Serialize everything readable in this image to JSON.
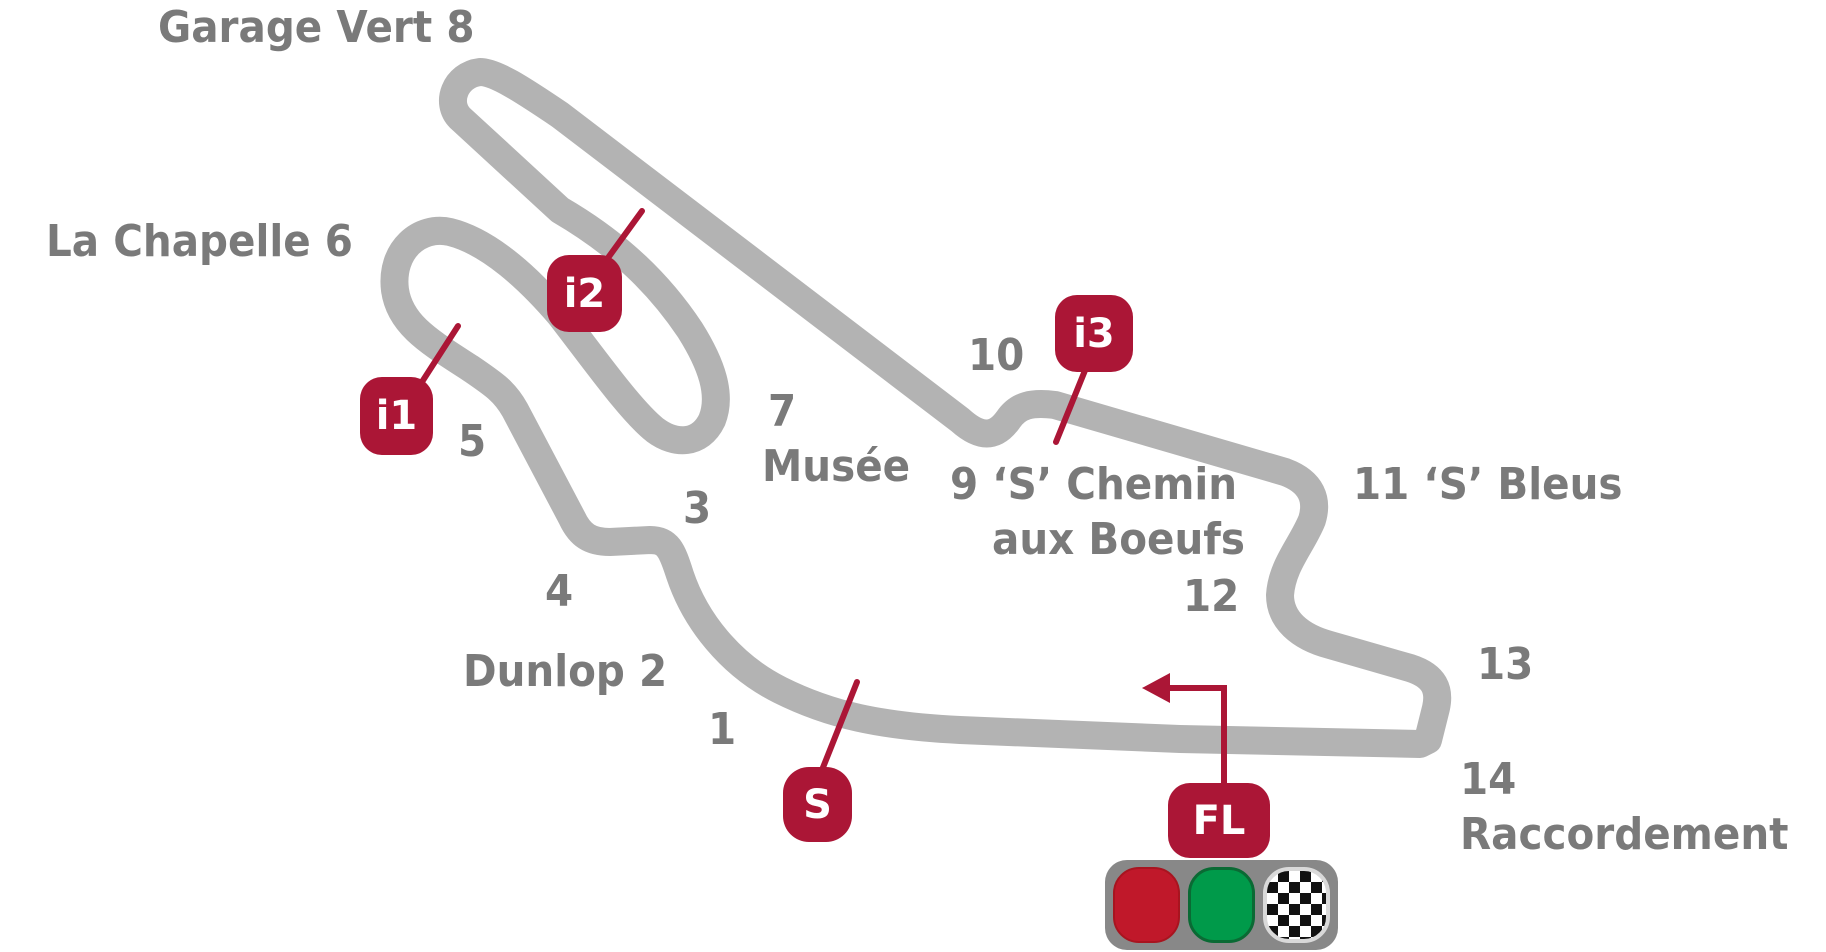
{
  "colors": {
    "track": "#b3b3b3",
    "label_text": "#7a7a7a",
    "marker": "#ab1636",
    "marker_text": "#ffffff",
    "legend_bg": "#888888",
    "light_red": "#c0182a",
    "light_green": "#009a4a"
  },
  "corners": [
    {
      "id": "c1",
      "text": "1"
    },
    {
      "id": "c2",
      "text": "Dunlop 2"
    },
    {
      "id": "c3",
      "text": "3"
    },
    {
      "id": "c4",
      "text": "4"
    },
    {
      "id": "c5",
      "text": "5"
    },
    {
      "id": "c6",
      "text": "La Chapelle  6"
    },
    {
      "id": "c7",
      "text": "7"
    },
    {
      "id": "c7name",
      "text": "Musée"
    },
    {
      "id": "c8",
      "text": "Garage Vert  8"
    },
    {
      "id": "c9",
      "text": "9 ‘S’ Chemin"
    },
    {
      "id": "c9b",
      "text": "aux Boeufs"
    },
    {
      "id": "c10",
      "text": "10"
    },
    {
      "id": "c11",
      "text": "11 ‘S’ Bleus"
    },
    {
      "id": "c12",
      "text": "12"
    },
    {
      "id": "c13",
      "text": "13"
    },
    {
      "id": "c14",
      "text": "14"
    },
    {
      "id": "c14name",
      "text": "Raccordement"
    }
  ],
  "markers": {
    "start": "S",
    "intermediate_1": "i1",
    "intermediate_2": "i2",
    "intermediate_3": "i3",
    "finish_line": "FL"
  },
  "legend": {
    "lights": [
      "red-light",
      "green-light",
      "checkered-flag"
    ]
  }
}
